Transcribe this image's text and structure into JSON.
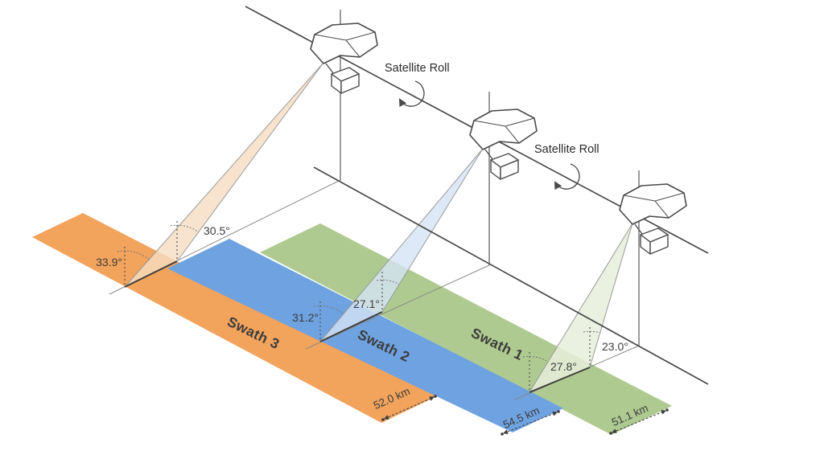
{
  "figure": {
    "background": "#ffffff",
    "line_color": "#4a4a4a",
    "satellite_fill": "#ffffff"
  },
  "roll_labels": [
    "Satellite Roll",
    "Satellite Roll"
  ],
  "swaths": [
    {
      "name": "Swath 1",
      "color": "#aeca90",
      "cone_color": "#e8efdc",
      "name_color": "#475239",
      "width_label": "51.1 km",
      "far_angle_label": "27.8°",
      "near_angle_label": "23.0°"
    },
    {
      "name": "Swath 2",
      "color": "#6ea2e0",
      "cone_color": "#d6e3f5",
      "name_color": "#2e3d55",
      "width_label": "54.5 km",
      "far_angle_label": "31.2°",
      "near_angle_label": "27.1°"
    },
    {
      "name": "Swath 3",
      "color": "#f2a35c",
      "cone_color": "#f6ddc2",
      "name_color": "#44382b",
      "width_label": "52.0 km",
      "far_angle_label": "33.9°",
      "near_angle_label": "30.5°"
    }
  ]
}
